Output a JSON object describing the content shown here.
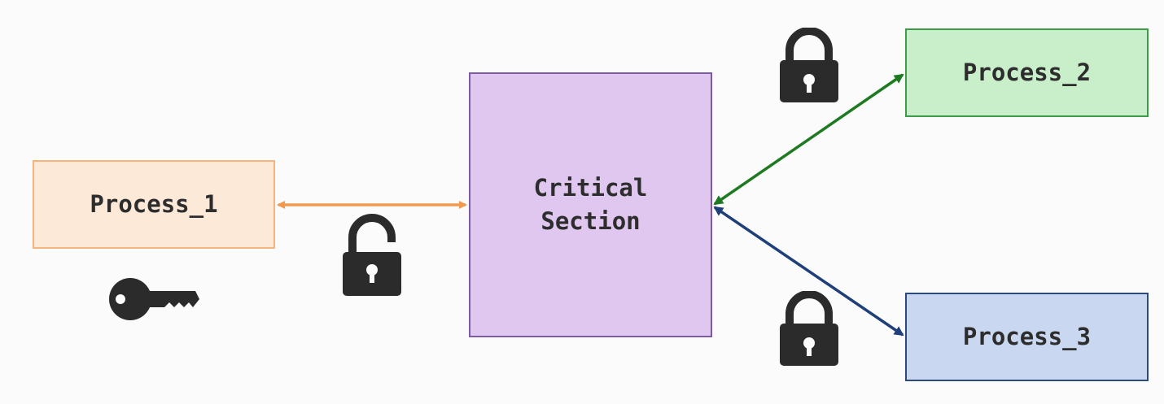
{
  "nodes": {
    "process_1": "Process_1",
    "process_2": "Process_2",
    "process_3": "Process_3",
    "critical_section": "Critical\nSection"
  },
  "icons": {
    "key": "key-icon",
    "unlocked": "unlocked-padlock-icon",
    "locked_top": "locked-padlock-icon",
    "locked_bottom": "locked-padlock-icon"
  },
  "colors": {
    "orange_arrow": "#f0994f",
    "green_arrow": "#1e7a21",
    "blue_arrow": "#1f3f7a",
    "icon_fill": "#2b2b2b",
    "critical_fill": "#dfc7ef",
    "process_1_fill": "#fde9d8",
    "process_2_fill": "#c8efca",
    "process_3_fill": "#c9d8f0"
  }
}
